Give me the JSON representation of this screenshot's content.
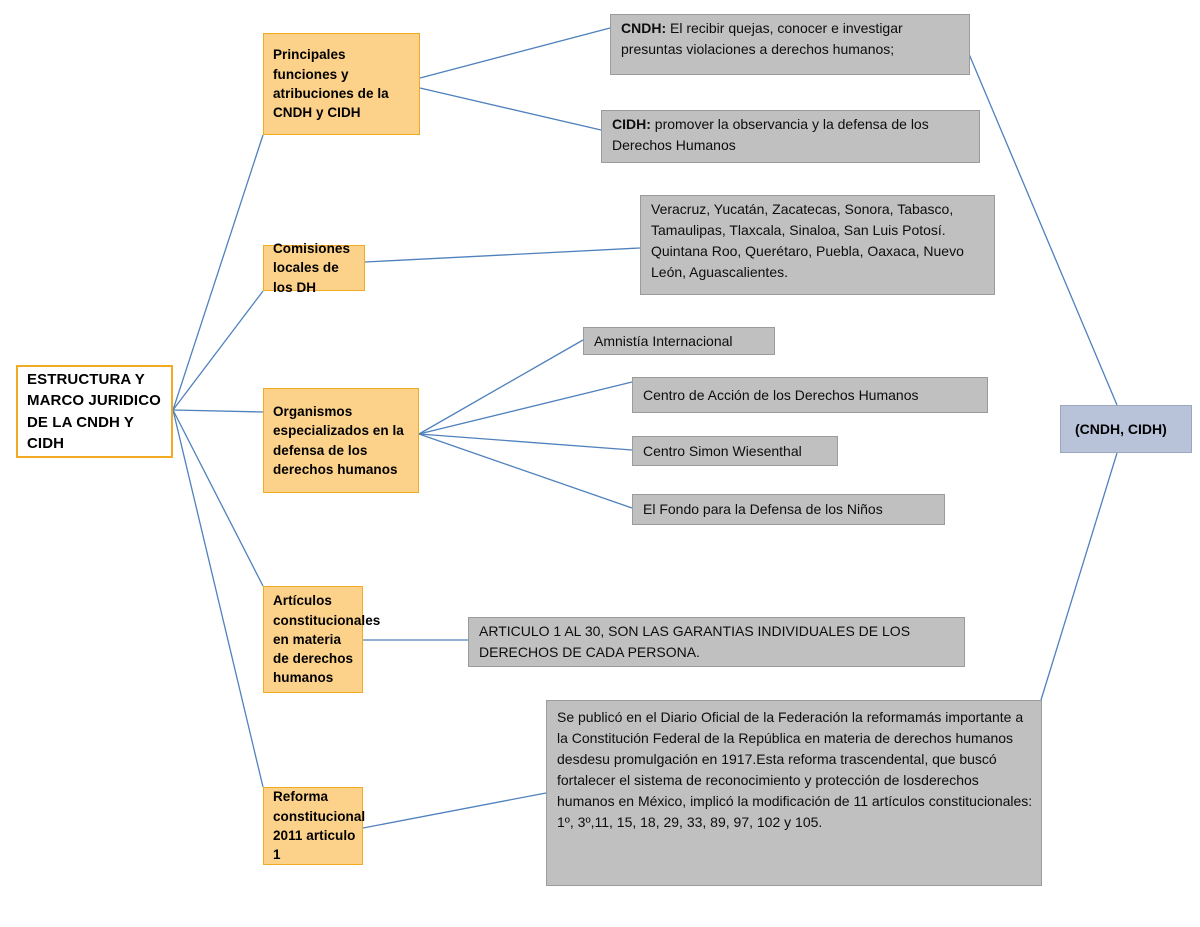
{
  "diagram": {
    "title_node": {
      "id": "root",
      "text": "ESTRUCTURA Y MARCO JURIDICO DE LA CNDH Y CIDH"
    },
    "colors": {
      "branch_fill": "#fcd18a",
      "branch_border": "#f0ab23",
      "leaf_fill": "#c0c0c0",
      "leaf_border": "#9b9b9b",
      "terminal_fill": "#b8c3d9",
      "terminal_border": "#9aa7bf",
      "connector": "#4f81bd",
      "root_fill": "#ffffff",
      "root_border": "#f0ab23"
    },
    "branches": [
      {
        "id": "funciones",
        "text": "Principales funciones y atribuciones de la CNDH y CIDH"
      },
      {
        "id": "comisiones",
        "text": "Comisiones locales de los DH"
      },
      {
        "id": "organismos",
        "text": "Organismos especializados en la defensa de los derechos humanos"
      },
      {
        "id": "articulos",
        "text": "Artículos constitucionales en materia de derechos humanos"
      },
      {
        "id": "reforma",
        "text": "Reforma constitucional 2011 articulo 1"
      }
    ],
    "leaves": {
      "cndh_funcion": {
        "label": "CNDH:",
        "text": " El recibir quejas, conocer e investigar presuntas violaciones a derechos humanos;"
      },
      "cidh_funcion": {
        "label": "CIDH:",
        "text": " promover la observancia y la defensa de los Derechos Humanos"
      },
      "estados": "Veracruz, Yucatán, Zacatecas, Sonora, Tabasco, Tamaulipas, Tlaxcala, Sinaloa, San Luis Potosí. Quintana Roo, Querétaro, Puebla, Oaxaca, Nuevo León, Aguascalientes.",
      "amnistia": "Amnistía Internacional",
      "centro_accion": "Centro de Acción de los Derechos Humanos",
      "centro_simon": "Centro Simon Wiesenthal",
      "fondo_ninos": "El Fondo para la Defensa de los Niños",
      "articulo_1_30": "ARTICULO 1 AL 30, SON LAS GARANTIAS INDIVIDUALES DE LOS DERECHOS DE CADA PERSONA.",
      "reforma_texto": "Se publicó en el Diario Oficial de la Federación la reformamás importante a la Constitución Federal de la República en materia de derechos humanos desdesu promulgación en 1917.Esta reforma trascendental, que buscó fortalecer el sistema de reconocimiento y protección de losderechos humanos en México, implicó la modificación de 11 artículos constitucionales: 1º, 3º,11, 15, 18, 29, 33, 89, 97, 102 y 105."
    },
    "terminal": {
      "id": "cndh-cidh",
      "text": "(CNDH, CIDH)"
    }
  }
}
